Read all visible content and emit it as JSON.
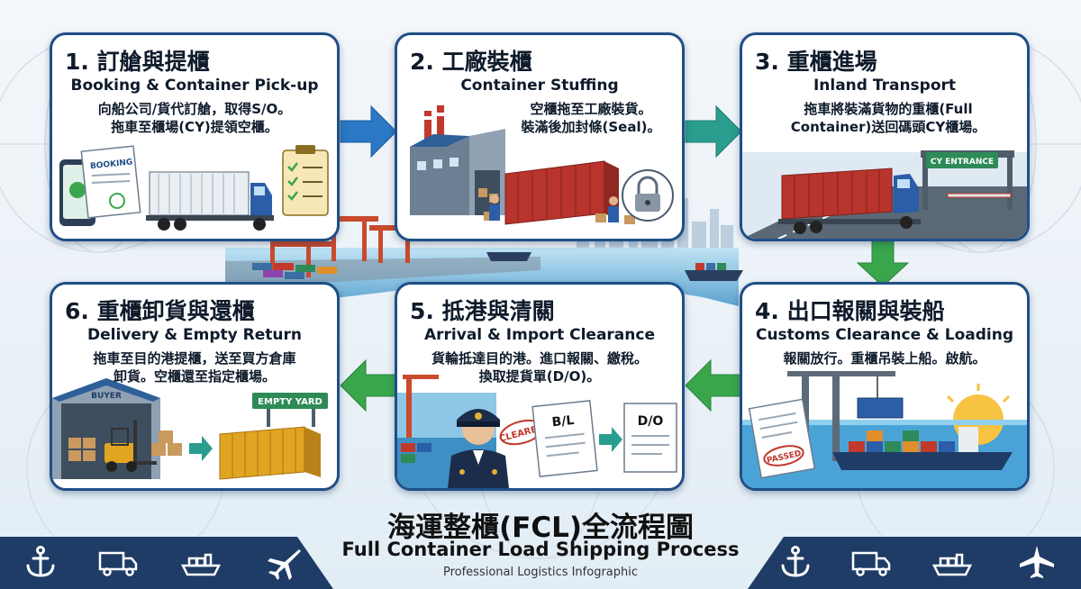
{
  "steps": [
    {
      "title": "1. 訂艙與提櫃",
      "subtitle": "Booking & Container Pick-up",
      "desc": [
        "向船公司/貨代訂艙，取得S/O。",
        "拖車至櫃場(CY)提領空櫃。"
      ]
    },
    {
      "title": "2. 工廠裝櫃",
      "subtitle": "Container Stuffing",
      "desc": [
        "空櫃拖至工廠裝貨。",
        "裝滿後加封條(Seal)。"
      ]
    },
    {
      "title": "3. 重櫃進場",
      "subtitle": "Inland Transport",
      "desc": [
        "拖車將裝滿貨物的重櫃(Full",
        "Container)送回碼頭CY櫃場。"
      ]
    },
    {
      "title": "4. 出口報關與裝船",
      "subtitle": "Customs Clearance & Loading",
      "desc": [
        "報關放行。重櫃吊裝上船。啟航。"
      ]
    },
    {
      "title": "5. 抵港與清關",
      "subtitle": "Arrival & Import Clearance",
      "desc": [
        "貨輪抵達目的港。進口報關、繳稅。",
        "換取提貨單(D/O)。"
      ]
    },
    {
      "title": "6. 重櫃卸貨與還櫃",
      "subtitle": "Delivery & Empty Return",
      "desc": [
        "拖車至目的港提櫃，送至買方倉庫",
        "卸貨。空櫃還至指定櫃場。"
      ]
    }
  ],
  "illustration_labels": {
    "booking_doc": "BOOKING",
    "cy_entrance": "CY ENTRANCE",
    "cleared_stamp": "CLEARED",
    "bl_doc": "B/L",
    "do_doc": "D/O",
    "buyer": "BUYER",
    "empty_yard": "EMPTY YARD",
    "passed_stamp": "PASSED"
  },
  "footer": {
    "title_zh": "海運整櫃(FCL)全流程圖",
    "title_en": "Full Container Load Shipping Process",
    "tagline": "Professional Logistics Infographic"
  },
  "footer_icons": [
    "anchor-icon",
    "truck-icon",
    "ship-icon",
    "airplane-icon"
  ],
  "colors": {
    "navy": "#1f3c66",
    "card_border": "#1f4f86",
    "arrow_blue": "#2b78c4",
    "arrow_teal": "#2a9d8f",
    "arrow_green": "#3aa64c",
    "container_red": "#b8342c",
    "container_yellow": "#e2a521",
    "sea": "#4aa3d6"
  }
}
